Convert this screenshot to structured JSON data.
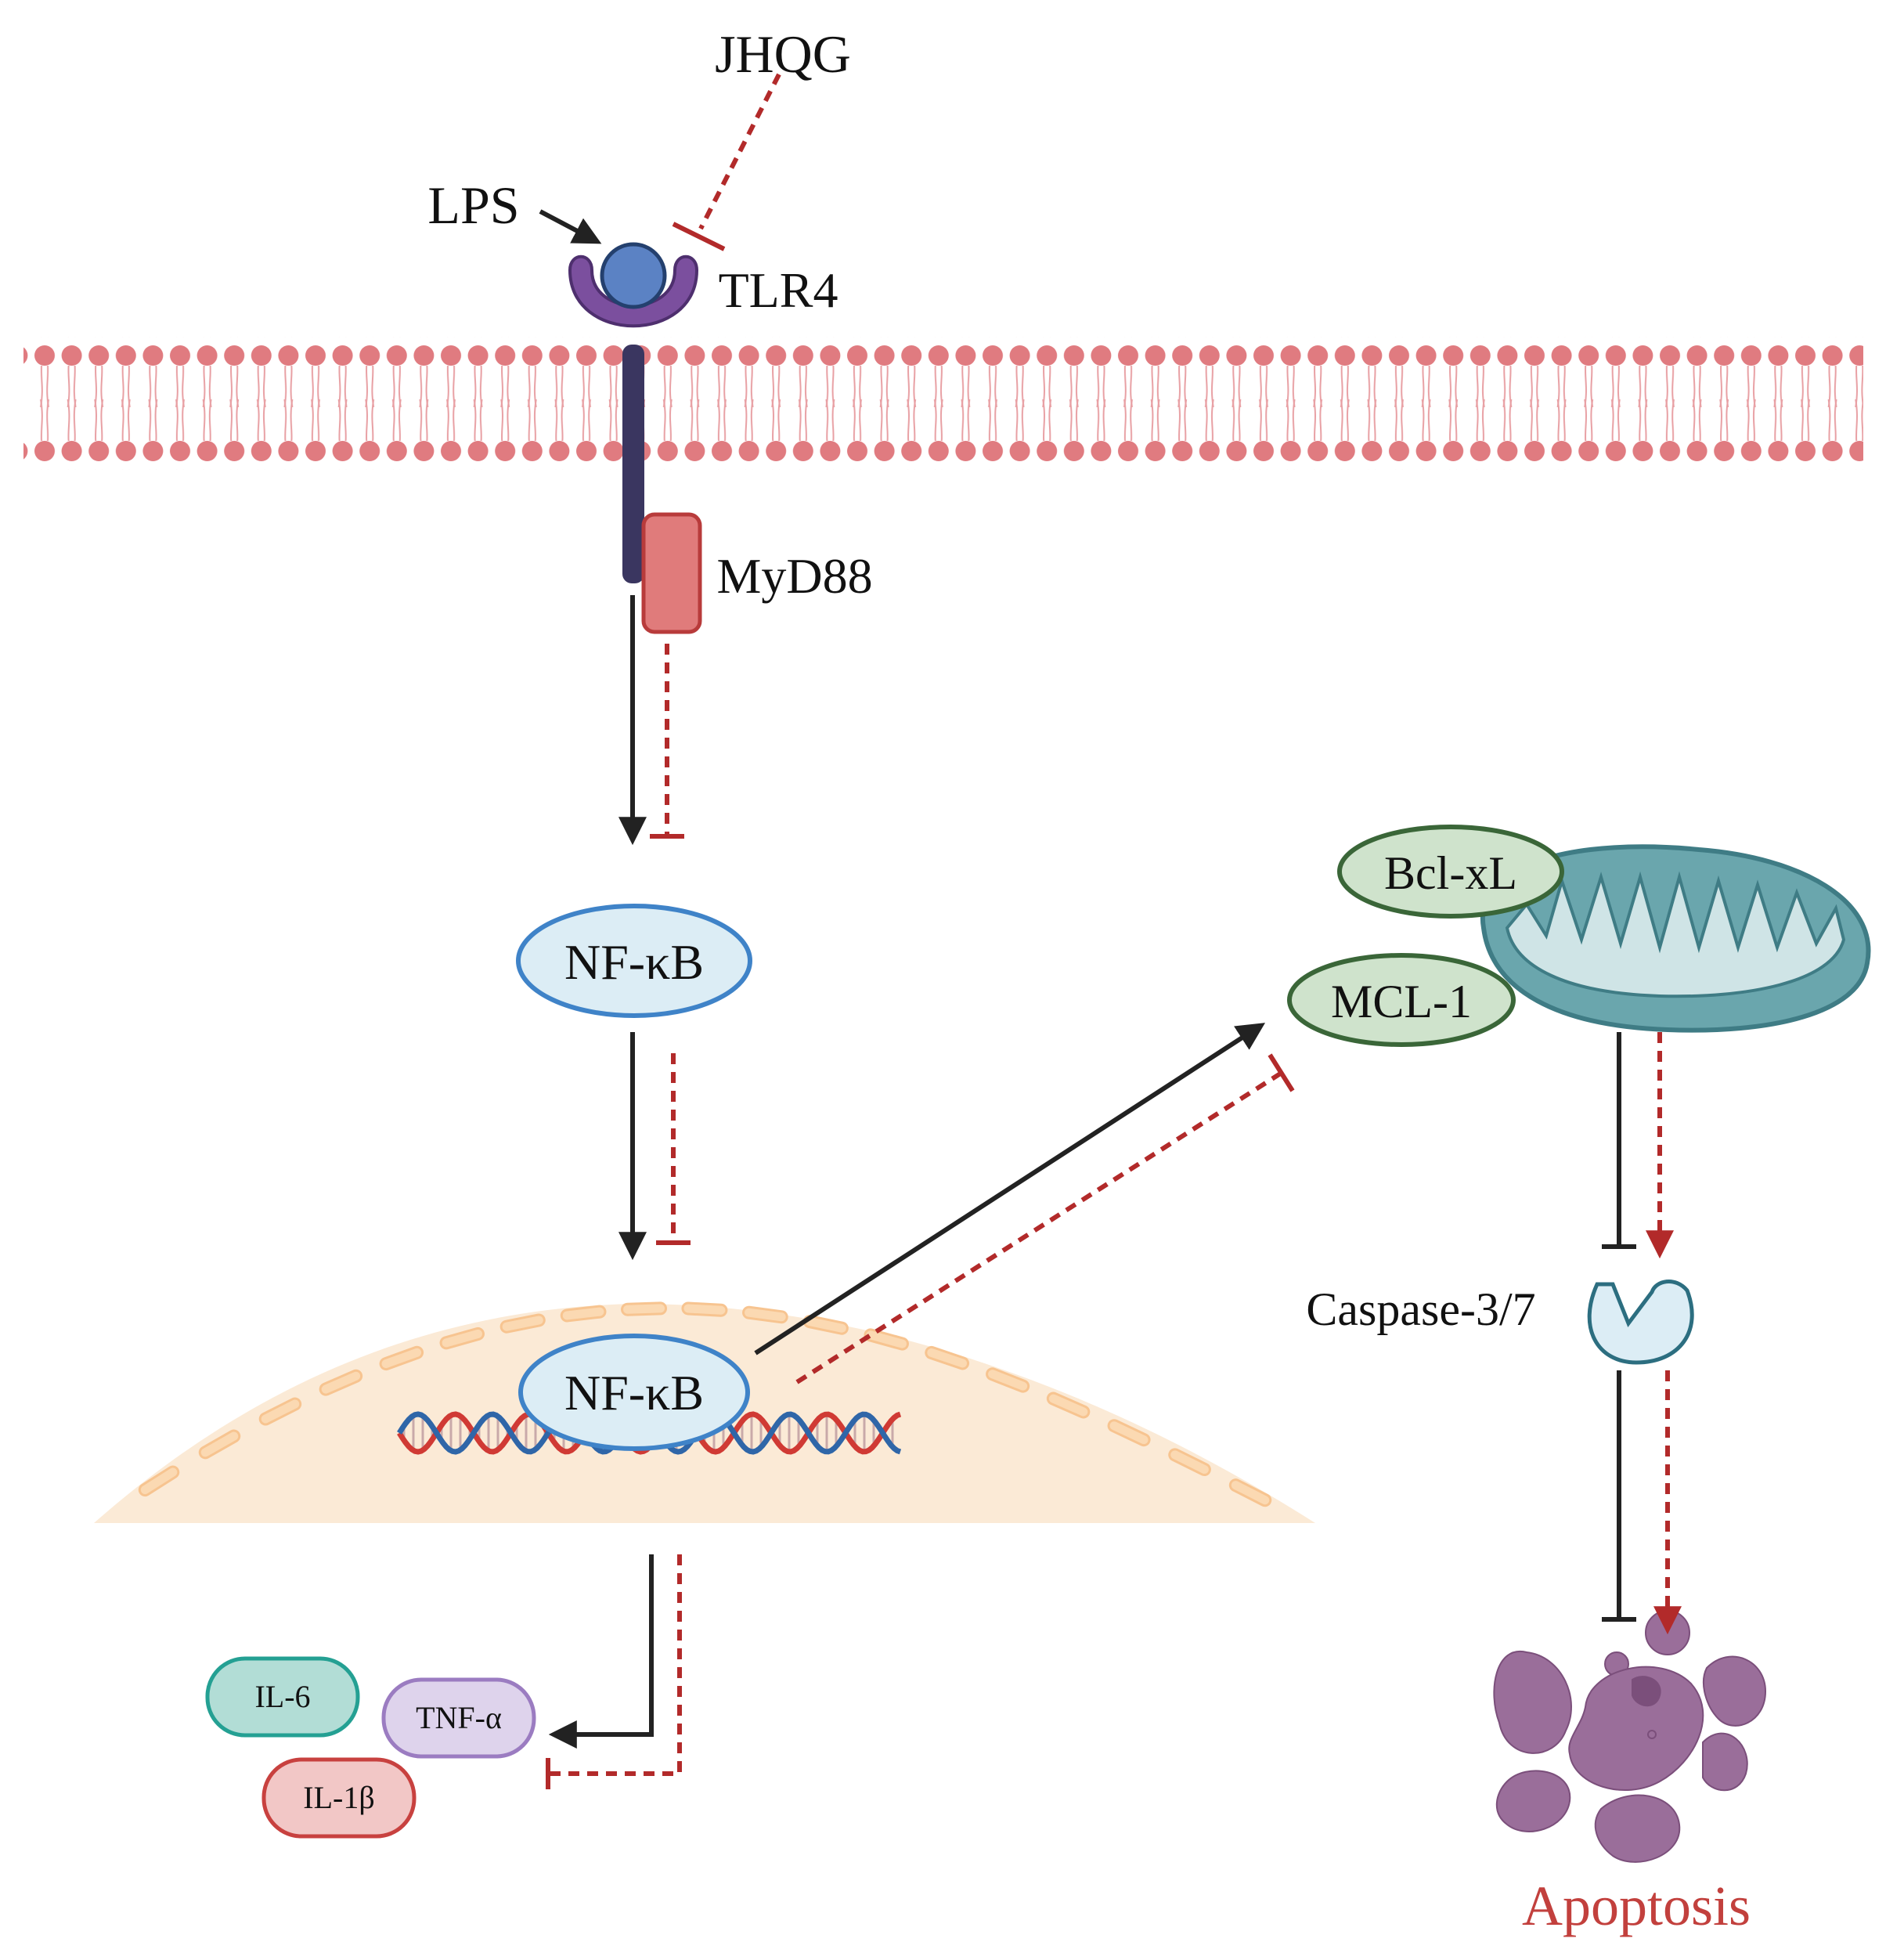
{
  "labels": {
    "jhqg": "JHQG",
    "lps": "LPS",
    "tlr4": "TLR4",
    "myd88": "MyD88",
    "nfkb_cytoplasm": "NF-κB",
    "nfkb_nucleus": "NF-κB",
    "bclxl": "Bcl-xL",
    "mcl1": "MCL-1",
    "caspase": "Caspase-3/7",
    "il6": "IL-6",
    "tnfa": "TNF-α",
    "il1b": "IL-1β",
    "apoptosis": "Apoptosis"
  },
  "colors": {
    "activation": "#222222",
    "inhibition": "#b22a2a",
    "membrane": "#e07b80",
    "receptor": "#7b4f9e",
    "receptor_stalk": "#3a3660",
    "ligand": "#5b82c4",
    "myd88": "#e07b7b",
    "nfkb_fill": "#dcedf5",
    "nfkb_stroke": "#3f83c8",
    "nucleus": "#fbead6",
    "mito_fill": "#6aa6ad",
    "mito_stroke": "#3f7c85",
    "bcl_fill": "#cfe3cc",
    "bcl_stroke": "#3a6638",
    "apoptosis_cell": "#9a6e9a",
    "apoptosis_text": "#c2403d"
  }
}
